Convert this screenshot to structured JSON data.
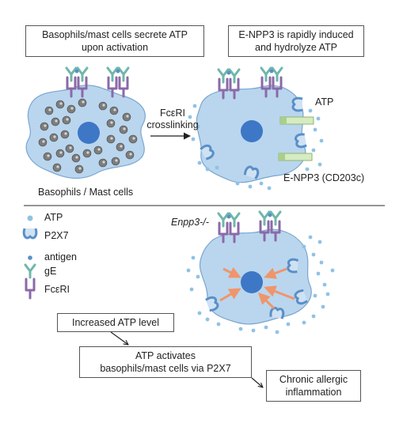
{
  "top_left_box": {
    "line1": "Basophils/mast cells secrete ATP",
    "line2": "upon activation"
  },
  "top_right_box": {
    "line1": "E-NPP3 is rapidly induced",
    "line2": "and hydrolyze ATP"
  },
  "arrow_label": {
    "line1": "FcεRI",
    "line2": "crosslinking"
  },
  "resting_cell_label": "Basophils / Mast cells",
  "atp_label": "ATP",
  "enpp3_label": "E-NPP3 (CD203c)",
  "knockout_label": "Enpp3-/-",
  "legend": [
    {
      "icon": "atp-dot-icon",
      "label": "ATP"
    },
    {
      "icon": "p2x7-receptor-icon",
      "label": "P2X7"
    },
    {
      "icon": "antigen-dot-icon",
      "label": "antigen"
    },
    {
      "icon": "ige-y-icon",
      "label": "gE"
    },
    {
      "icon": "fceri-receptor-icon",
      "label": "FcεRI"
    }
  ],
  "flow": {
    "step1": "Increased ATP level",
    "step2_line1": "ATP activates",
    "step2_line2": "basophils/mast cells via P2X7",
    "step3_line1": "Chronic allergic",
    "step3_line2": "inflammation"
  },
  "colors": {
    "cell_fill": "#b9d6ee",
    "nucleus": "#3d77c6",
    "receptor_purple": "#8a6aa8",
    "ige_teal": "#6fb7aa",
    "atp_blue": "#8fc2e6",
    "p2x7": "#5a8fc8",
    "enpp3_green": "#d6ebc2",
    "arrow_orange": "#f0956b",
    "granule_gray": "#7d7d7d"
  }
}
